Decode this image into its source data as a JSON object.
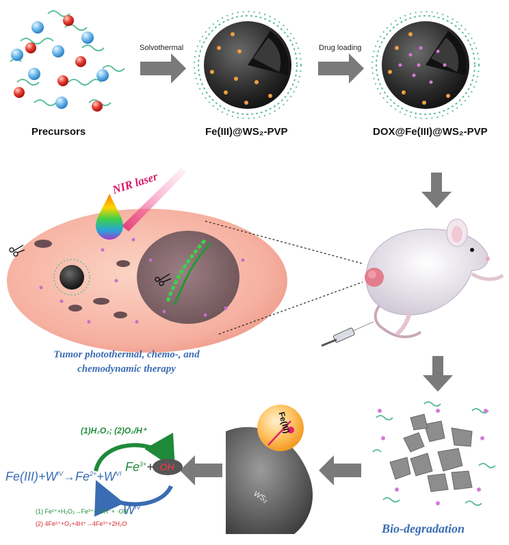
{
  "labels": {
    "precursors": "Precursors",
    "fe_ws2_pvp": "Fe(III)@WS₂-PVP",
    "dox_fe_ws2_pvp": "DOX@Fe(III)@WS₂-PVP",
    "solvothermal": "Solvothermal",
    "drug_loading": "Drug loading",
    "nir_laser": "NIR laser",
    "therapy_line1": "Tumor photothermal, chemo-, and",
    "therapy_line2": "chemodynamic therapy",
    "bio_degradation": "Bio-degradation",
    "fe_iii": "Fe(III)",
    "ws2": "WS₂"
  },
  "chemistry": {
    "reagents": "(1)H₂O₂; (2)O₂/H⁺",
    "left_side": "Fe(III)+W",
    "w_iv_sup": "IV",
    "arrow": "→",
    "fe2": "Fe",
    "fe2_sup": "2+",
    "plus_w": "+W",
    "w_vi_sup": "VI",
    "fe3": "Fe",
    "fe3_sup": "3+",
    "plus": "+",
    "oh": "·OH",
    "w_bottom": "W",
    "w_bottom_sup": "IV",
    "eq1": "(1) Fe²⁺+H₂O₂→Fe³⁺+ OH⁻+ ·OH",
    "eq2": "(2) 4Fe²⁺+O₂+4H⁺→4Fe³⁺+2H₂O"
  },
  "colors": {
    "arrow_gray": "#7a7a7a",
    "blue_text": "#3a6cb3",
    "green_text": "#1f8a3a",
    "red_text": "#d8262e",
    "cell": "#f6b9a4",
    "nucleus": "#8a6e74",
    "pink_laser": "#e0206f"
  }
}
